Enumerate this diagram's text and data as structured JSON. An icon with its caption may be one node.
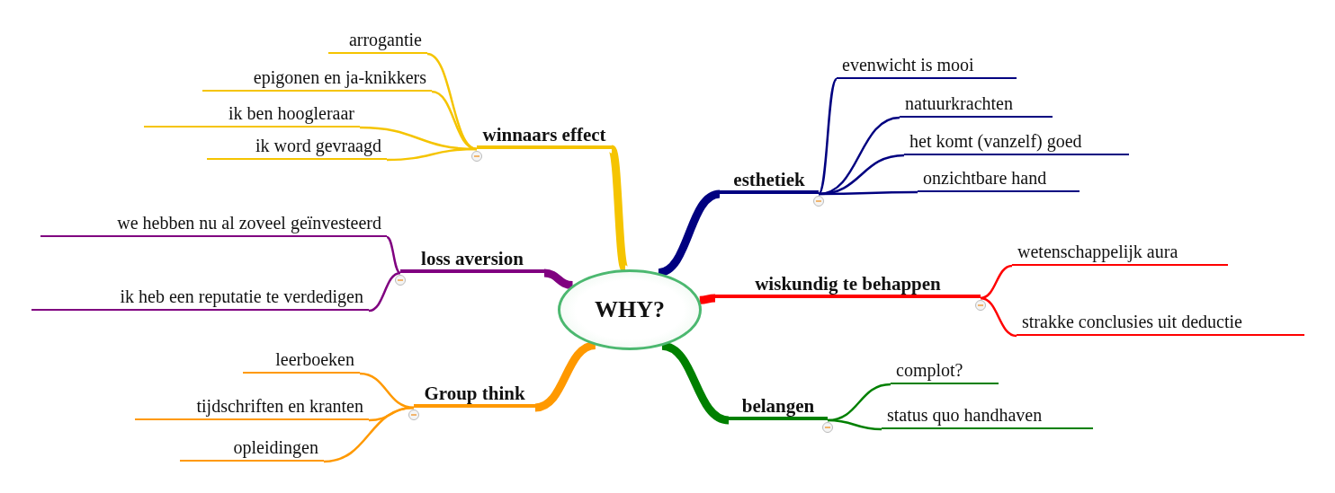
{
  "diagram": {
    "nodes": [
      {
        "text": [
          "WHY?"
        ]
      },
      {
        "text": [
          "winnaars effect"
        ]
      },
      {
        "text": [
          "arrogantie"
        ]
      },
      {
        "text": [
          "epigonen en ja-knikkers"
        ]
      },
      {
        "text": [
          "ik ben hoogleraar"
        ]
      },
      {
        "text": [
          "ik word gevraagd"
        ]
      },
      {
        "text": [
          "loss aversion"
        ]
      },
      {
        "text": [
          "we hebben nu al zoveel geïnvesteerd"
        ]
      },
      {
        "text": [
          "ik heb een reputatie te verdedigen"
        ]
      },
      {
        "text": [
          "Group think"
        ]
      },
      {
        "text": [
          "leerboeken"
        ]
      },
      {
        "text": [
          "tijdschriften en kranten"
        ]
      },
      {
        "text": [
          "opleidingen"
        ]
      },
      {
        "text": [
          "esthetiek"
        ]
      },
      {
        "text": [
          "evenwicht is mooi"
        ]
      },
      {
        "text": [
          "natuurkrachten"
        ]
      },
      {
        "text": [
          "het komt (vanzelf) goed"
        ]
      },
      {
        "text": [
          "onzichtbare hand"
        ]
      },
      {
        "text": [
          "wiskundig te behappen"
        ]
      },
      {
        "text": [
          "wetenschappelijk aura"
        ]
      },
      {
        "text": [
          "strakke conclusies uit deductie"
        ]
      },
      {
        "text": [
          "belangen"
        ]
      },
      {
        "text": [
          "complot?"
        ]
      },
      {
        "text": [
          "status quo handhaven"
        ]
      }
    ],
    "edges": [
      {
        "from": 0,
        "to": 1,
        "arrow": "none",
        "style": "thick",
        "color": "#f5c400"
      },
      {
        "from": 1,
        "to": 2,
        "arrow": "none",
        "color": "#f5c400"
      },
      {
        "from": 1,
        "to": 3,
        "arrow": "none",
        "color": "#f5c400"
      },
      {
        "from": 1,
        "to": 4,
        "arrow": "none",
        "color": "#f5c400"
      },
      {
        "from": 1,
        "to": 5,
        "arrow": "none",
        "color": "#f5c400"
      },
      {
        "from": 0,
        "to": 6,
        "arrow": "none",
        "style": "thick",
        "color": "#800080"
      },
      {
        "from": 6,
        "to": 7,
        "arrow": "none",
        "color": "#800080"
      },
      {
        "from": 6,
        "to": 8,
        "arrow": "none",
        "color": "#800080"
      },
      {
        "from": 0,
        "to": 9,
        "arrow": "none",
        "style": "thick",
        "color": "#ff9900"
      },
      {
        "from": 9,
        "to": 10,
        "arrow": "none",
        "color": "#ff9900"
      },
      {
        "from": 9,
        "to": 11,
        "arrow": "none",
        "color": "#ff9900"
      },
      {
        "from": 9,
        "to": 12,
        "arrow": "none",
        "color": "#ff9900"
      },
      {
        "from": 0,
        "to": 13,
        "arrow": "none",
        "style": "thick",
        "color": "#000080"
      },
      {
        "from": 13,
        "to": 14,
        "arrow": "none",
        "color": "#000080"
      },
      {
        "from": 13,
        "to": 15,
        "arrow": "none",
        "color": "#000080"
      },
      {
        "from": 13,
        "to": 16,
        "arrow": "none",
        "color": "#000080"
      },
      {
        "from": 13,
        "to": 17,
        "arrow": "none",
        "color": "#000080"
      },
      {
        "from": 0,
        "to": 18,
        "arrow": "none",
        "style": "thick",
        "color": "#ff0000"
      },
      {
        "from": 18,
        "to": 19,
        "arrow": "none",
        "color": "#ff0000"
      },
      {
        "from": 18,
        "to": 20,
        "arrow": "none",
        "color": "#ff0000"
      },
      {
        "from": 0,
        "to": 21,
        "arrow": "none",
        "style": "thick",
        "color": "#008000"
      },
      {
        "from": 21,
        "to": 22,
        "arrow": "none",
        "color": "#008000"
      },
      {
        "from": 21,
        "to": 23,
        "arrow": "none",
        "color": "#008000"
      }
    ]
  }
}
